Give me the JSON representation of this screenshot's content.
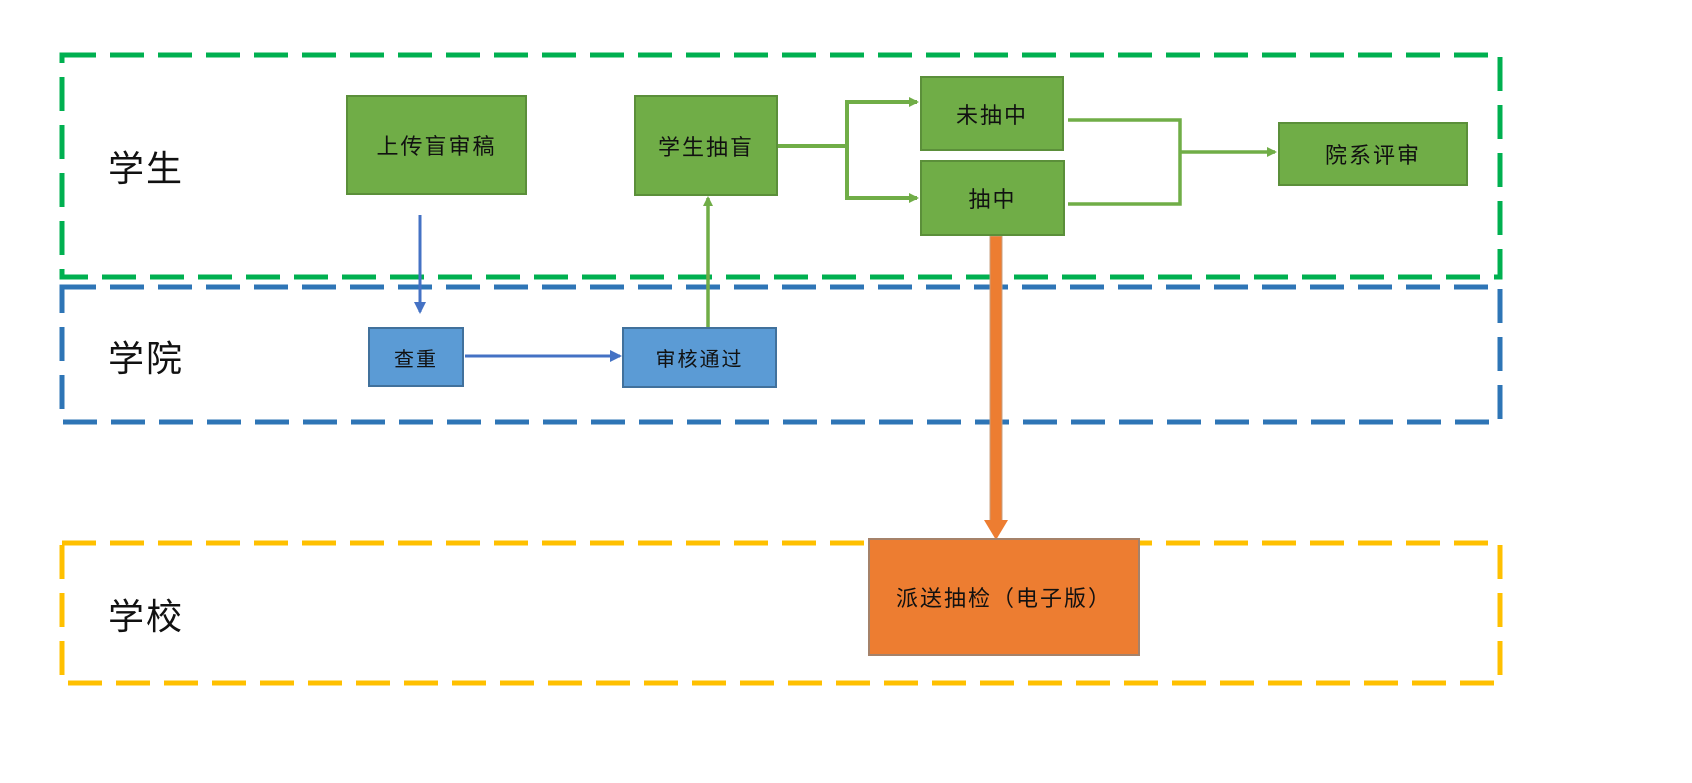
{
  "lanes": [
    {
      "id": "student",
      "label": "学生",
      "color": "#00b050"
    },
    {
      "id": "college",
      "label": "学院",
      "color": "#2e75b6"
    },
    {
      "id": "school",
      "label": "学校",
      "color": "#ffc000"
    }
  ],
  "nodes": {
    "upload": {
      "label": "上传盲审稿",
      "lane": "student",
      "color": "#70ad47"
    },
    "draw": {
      "label": "学生抽盲",
      "lane": "student",
      "color": "#70ad47"
    },
    "not_selected": {
      "label": "未抽中",
      "lane": "student",
      "color": "#70ad47"
    },
    "selected": {
      "label": "抽中",
      "lane": "student",
      "color": "#70ad47"
    },
    "dept_review": {
      "label": "院系评审",
      "lane": "student",
      "color": "#70ad47"
    },
    "dup_check": {
      "label": "查重",
      "lane": "college",
      "color": "#5b9bd5"
    },
    "approved": {
      "label": "审核通过",
      "lane": "college",
      "color": "#5b9bd5"
    },
    "spot_check": {
      "label": "派送抽检（电子版）",
      "lane": "school",
      "color": "#ed7d31"
    }
  },
  "edges": [
    {
      "from": "upload",
      "to": "dup_check",
      "color": "#4472c4"
    },
    {
      "from": "dup_check",
      "to": "approved",
      "color": "#4472c4"
    },
    {
      "from": "approved",
      "to": "draw",
      "color": "#70ad47"
    },
    {
      "from": "draw",
      "to": "not_selected",
      "color": "#70ad47"
    },
    {
      "from": "draw",
      "to": "selected",
      "color": "#70ad47"
    },
    {
      "from": "not_selected",
      "to": "dept_review",
      "color": "#70ad47"
    },
    {
      "from": "selected",
      "to": "dept_review",
      "color": "#70ad47"
    },
    {
      "from": "selected",
      "to": "spot_check",
      "color": "#ed7d31"
    }
  ]
}
